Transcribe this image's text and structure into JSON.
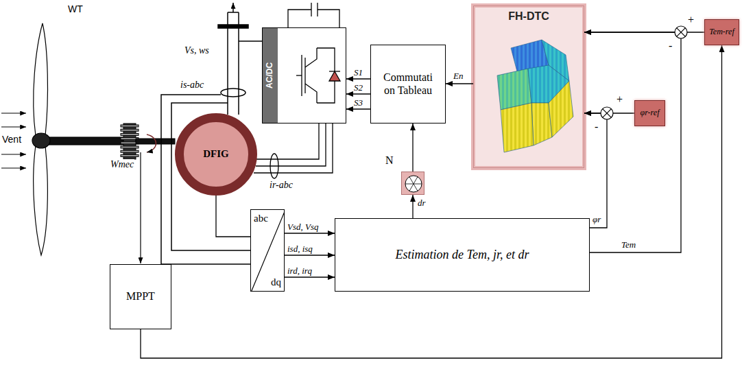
{
  "diagram": {
    "nodes": [
      {
        "text": [
          "DFIG"
        ]
      },
      {
        "text": [
          "AC/DC"
        ]
      },
      {
        "text": [
          "Commutati on Tableau"
        ]
      },
      {
        "text": [
          "FH-DTC"
        ]
      },
      {
        "text": [
          "Tem-ref"
        ]
      },
      {
        "text": [
          "φr-ref"
        ]
      },
      {
        "text": [
          "N"
        ]
      },
      {
        "text": [
          "abc",
          "dq"
        ]
      },
      {
        "text": [
          "Estimation de Tem, jr, et dr"
        ]
      },
      {
        "text": [
          "MPPT"
        ]
      }
    ],
    "edges": [
      {
        "from": 2,
        "to": 1,
        "arrow": "to",
        "label": "S1"
      },
      {
        "from": 2,
        "to": 1,
        "arrow": "to",
        "label": "S2"
      },
      {
        "from": 2,
        "to": 1,
        "arrow": "to",
        "label": "S3"
      },
      {
        "from": 3,
        "to": 2,
        "arrow": "to",
        "label": "En"
      },
      {
        "from": 6,
        "to": 2,
        "arrow": "to"
      },
      {
        "from": 8,
        "to": 6,
        "arrow": "to",
        "label": "dr"
      },
      {
        "from": 7,
        "to": 8,
        "arrow": "to",
        "label": "Vsd, Vsq"
      },
      {
        "from": 7,
        "to": 8,
        "arrow": "to",
        "label": "isd, isq"
      },
      {
        "from": 7,
        "to": 8,
        "arrow": "to",
        "label": "ird, irq"
      },
      {
        "from": 8,
        "to": 3,
        "arrow": "to",
        "label": "φr"
      },
      {
        "from": 8,
        "to": 3,
        "arrow": "to",
        "label": "Tem"
      },
      {
        "from": 5,
        "to": 3,
        "arrow": "to"
      },
      {
        "from": 4,
        "to": 3,
        "arrow": "to"
      },
      {
        "from": 9,
        "to": 4,
        "arrow": "to"
      },
      {
        "from": 0,
        "to": 1,
        "arrow": "none"
      },
      {
        "from": 0,
        "to": 7,
        "arrow": "none"
      }
    ],
    "labels": [
      "WT",
      "Vent",
      "Wmec",
      "Vs, ws",
      "is-abc",
      "ir-abc",
      "+",
      "-",
      "+",
      "-"
    ]
  }
}
